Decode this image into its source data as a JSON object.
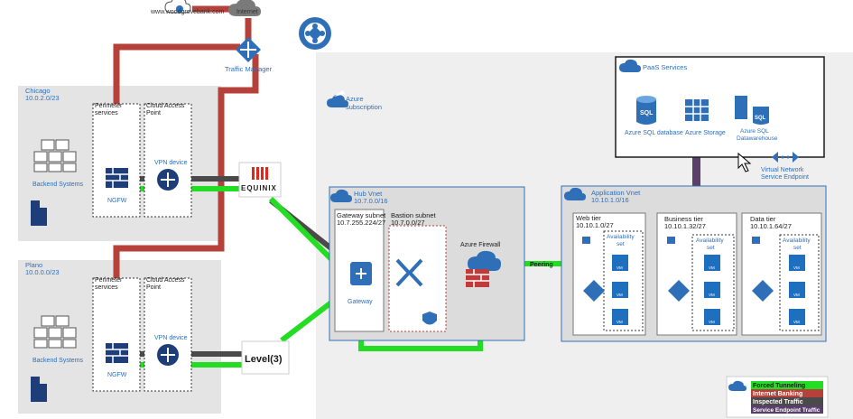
{
  "top": {
    "site_url": "www.woodgrovebank.com",
    "internet_label": "Internet",
    "traffic_manager_label": "Traffic Manager"
  },
  "azure": {
    "subscription_line1": "Azure",
    "subscription_line2": "subscription"
  },
  "chicago": {
    "name": "Chicago",
    "cidr": "10.0.2.0/23",
    "perimeter_label_line1": "Perimeter",
    "perimeter_label_line2": "services",
    "cap_line1": "Cloud Access",
    "cap_line2": "Point",
    "backend_label": "Backend Systems",
    "ngfw_label": "NGFW",
    "vpn_label": "VPN device",
    "provider_label": "EQUINIX"
  },
  "plano": {
    "name": "Plano",
    "cidr": "10.0.0.0/23",
    "perimeter_label_line1": "Perimeter",
    "perimeter_label_line2": "services",
    "cap_line1": "Cloud Access",
    "cap_line2": "Point",
    "backend_label": "Backend Systems",
    "ngfw_label": "NGFW",
    "vpn_label": "VPN device",
    "provider_label": "Level(3)"
  },
  "hub": {
    "name": "Hub Vnet",
    "cidr": "10.7.0.0/16",
    "gateway_subnet": "Gateway subnet",
    "gateway_cidr": "10.7.255.224/27",
    "gateway_label": "Gateway",
    "bastion_subnet": "Bastion subnet",
    "bastion_cidr": "10.7.0.0/27",
    "firewall_label": "Azure Firewall"
  },
  "peering_label": "Peering",
  "paas": {
    "title": "PaaS Services",
    "sql_db": "Azure SQL database",
    "storage": "Azure Storage",
    "dw_line1": "Azure SQL",
    "dw_line2": "Datawarehouse",
    "sql_badge": "SQL"
  },
  "service_endpoint": {
    "line1": "Virtual Network",
    "line2": "Service Endpoint"
  },
  "app": {
    "name": "Application Vnet",
    "cidr": "10.10.1.0/16",
    "web_tier": "Web tier",
    "web_cidr": "10.10.1.0/27",
    "business_tier": "Business tier",
    "business_cidr": "10.10.1.32/27",
    "data_tier": "Data tier",
    "data_cidr": "10.10.1.64/27",
    "avail_line1": "Availability",
    "avail_line2": "set",
    "vm_label": "VM"
  },
  "legend": {
    "forced": "Forced Tunneling",
    "internet": "Internet Banking",
    "inspected": "Inspected Traffic",
    "service": "Service Endpoint Traffic"
  },
  "colors": {
    "forced": "#22dd22",
    "internet": "#b5413a",
    "inspected": "#4a4a4a",
    "service": "#5a3f6b",
    "azure_blue": "#2f6fb7"
  }
}
